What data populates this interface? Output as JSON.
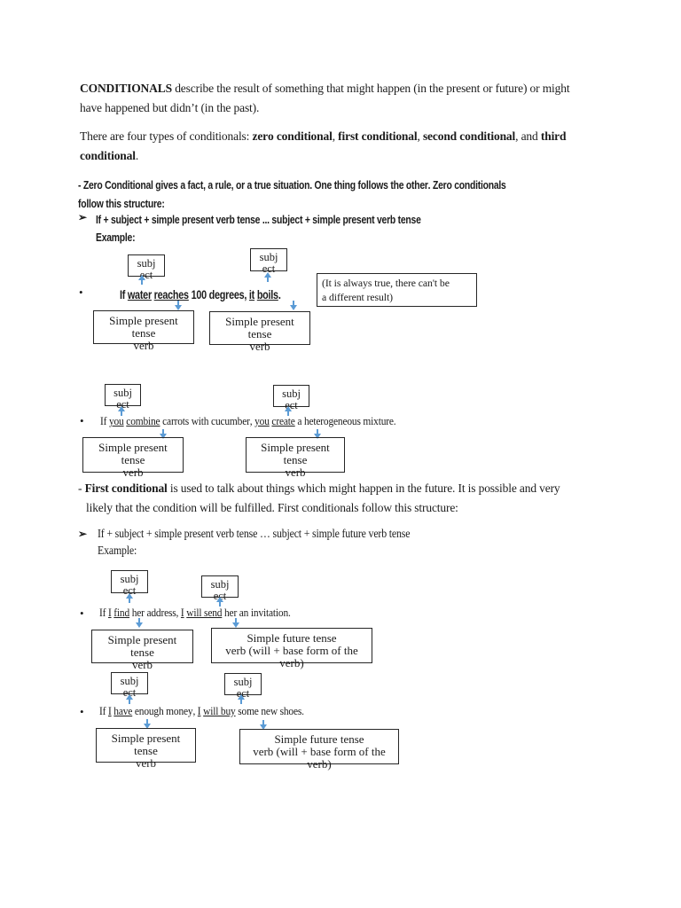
{
  "page": {
    "background": "#ffffff",
    "arrow_color": "#5b9bd5",
    "box_border_color": "#262626",
    "text_color": "#1c1c1c"
  },
  "glyphs": {
    "bullet": "•",
    "arrow_bullet": "➢"
  },
  "intro_paragraph": {
    "lines": [
      [
        {
          "t": "CONDITIONALS",
          "b": true
        },
        {
          "t": " describe the result of something that might happen (in the present or future) or might"
        }
      ],
      [
        {
          "t": "have happened but didn’t (in the past)."
        }
      ]
    ]
  },
  "types_paragraph": {
    "lines": [
      [
        {
          "t": "There are four types of conditionals: "
        },
        {
          "t": "zero conditional",
          "b": true
        },
        {
          "t": ", "
        },
        {
          "t": "first conditional",
          "b": true
        },
        {
          "t": ", "
        },
        {
          "t": "second conditional",
          "b": true
        },
        {
          "t": ", and "
        },
        {
          "t": "third",
          "b": true
        }
      ],
      [
        {
          "t": "conditional",
          "b": true
        },
        {
          "t": "."
        }
      ]
    ]
  },
  "zero_conditional": {
    "description": {
      "lines": [
        [
          {
            "t": "- Zero Conditional gives a fact, a rule, or a true situation. One thing follows the other. Zero conditionals"
          }
        ],
        [
          {
            "t": "follow this structure:"
          }
        ]
      ]
    },
    "structure": "If + subject + simple present verb tense ... subject + simple present verb tense",
    "example_label": "Example:",
    "example1": {
      "lines": [
        [
          {
            "t": "If "
          },
          {
            "t": "water",
            "u": true
          },
          {
            "t": " "
          },
          {
            "t": "reaches",
            "u": true
          },
          {
            "t": " 100 degrees, "
          },
          {
            "t": "it",
            "u": true
          },
          {
            "t": " "
          },
          {
            "t": "boils",
            "u": true
          },
          {
            "t": "."
          }
        ]
      ]
    },
    "note_lines": [
      "(It is always true, there can't be",
      "a different result)"
    ],
    "example2": {
      "lines": [
        [
          {
            "t": "If "
          },
          {
            "t": "you",
            "u": true
          },
          {
            "t": " "
          },
          {
            "t": "combine",
            "u": true
          },
          {
            "t": " carrots with cucumber, "
          },
          {
            "t": "you",
            "u": true
          },
          {
            "t": " "
          },
          {
            "t": "create",
            "u": true
          },
          {
            "t": " a heterogeneous mixture."
          }
        ]
      ]
    }
  },
  "first_conditional": {
    "description": {
      "lines": [
        [
          {
            "t": "- "
          },
          {
            "t": "First conditional",
            "b": true
          },
          {
            "t": " is used to talk about things which might happen in the future. It is possible and very"
          }
        ],
        [
          {
            "t": "likely that the condition will be fulfilled. First conditionals follow this structure:"
          }
        ]
      ]
    },
    "structure": "If + subject + simple present verb tense …  subject + simple future verb tense",
    "example_label": "Example:",
    "example1": {
      "lines": [
        [
          {
            "t": "If "
          },
          {
            "t": "I",
            "u": true
          },
          {
            "t": " "
          },
          {
            "t": "find",
            "u": true
          },
          {
            "t": " her address, "
          },
          {
            "t": "I",
            "u": true
          },
          {
            "t": " "
          },
          {
            "t": "will send",
            "u": true
          },
          {
            "t": " her an invitation."
          }
        ]
      ]
    },
    "example2": {
      "lines": [
        [
          {
            "t": "If "
          },
          {
            "t": "I",
            "u": true
          },
          {
            "t": " "
          },
          {
            "t": "have",
            "u": true
          },
          {
            "t": " enough money, "
          },
          {
            "t": "I",
            "u": true
          },
          {
            "t": " "
          },
          {
            "t": "will buy",
            "u": true
          },
          {
            "t": " some new shoes."
          }
        ]
      ]
    }
  },
  "labels": {
    "subject_lines": [
      "subj",
      "ect"
    ],
    "simple_present_lines": [
      "Simple present",
      "tense",
      "verb"
    ],
    "simple_future_lines": [
      "Simple future tense",
      "verb (will + base form of the",
      "verb)"
    ]
  }
}
